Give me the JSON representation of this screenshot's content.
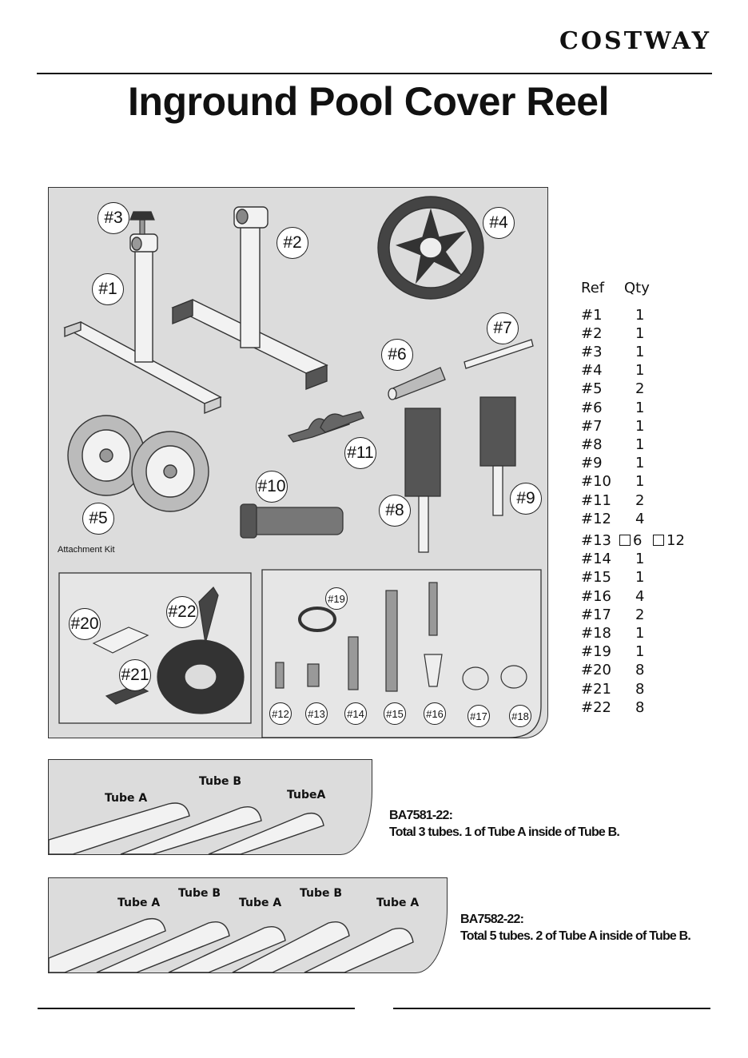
{
  "brand": "COSTWAY",
  "title": "Inground Pool Cover Reel",
  "parts_badges": [
    "#1",
    "#2",
    "#3",
    "#4",
    "#5",
    "#6",
    "#7",
    "#8",
    "#9",
    "#10",
    "#11",
    "#12",
    "#13",
    "#14",
    "#15",
    "#16",
    "#17",
    "#18",
    "#19",
    "#20",
    "#21",
    "#22"
  ],
  "attachment_kit_label": "Attachment Kit",
  "table": {
    "col_ref": "Ref",
    "col_qty": "Qty",
    "rows": [
      {
        "ref": "#1",
        "qty": "1"
      },
      {
        "ref": "#2",
        "qty": "1"
      },
      {
        "ref": "#3",
        "qty": "1"
      },
      {
        "ref": "#4",
        "qty": "1"
      },
      {
        "ref": "#5",
        "qty": "2"
      },
      {
        "ref": "#6",
        "qty": "1"
      },
      {
        "ref": "#7",
        "qty": "1"
      },
      {
        "ref": "#8",
        "qty": "1"
      },
      {
        "ref": "#9",
        "qty": "1"
      },
      {
        "ref": "#10",
        "qty": "1"
      },
      {
        "ref": "#11",
        "qty": "2"
      },
      {
        "ref": "#12",
        "qty": "4"
      },
      {
        "ref": "#13",
        "qty_options": [
          "6",
          "12"
        ]
      },
      {
        "ref": "#14",
        "qty": "1"
      },
      {
        "ref": "#15",
        "qty": "1"
      },
      {
        "ref": "#16",
        "qty": "4"
      },
      {
        "ref": "#17",
        "qty": "2"
      },
      {
        "ref": "#18",
        "qty": "1"
      },
      {
        "ref": "#19",
        "qty": "1"
      },
      {
        "ref": "#20",
        "qty": "8"
      },
      {
        "ref": "#21",
        "qty": "8"
      },
      {
        "ref": "#22",
        "qty": "8"
      }
    ]
  },
  "tube_sets": [
    {
      "labels": [
        "Tube A",
        "Tube B",
        "TubeA"
      ],
      "model": "BA7581-22:",
      "description": "Total 3 tubes. 1 of Tube A inside of Tube B."
    },
    {
      "labels": [
        "Tube A",
        "Tube B",
        "Tube A",
        "Tube B",
        "Tube A"
      ],
      "model": "BA7582-22:",
      "description": "Total 5 tubes. 2 of Tube A inside of Tube B."
    }
  ]
}
